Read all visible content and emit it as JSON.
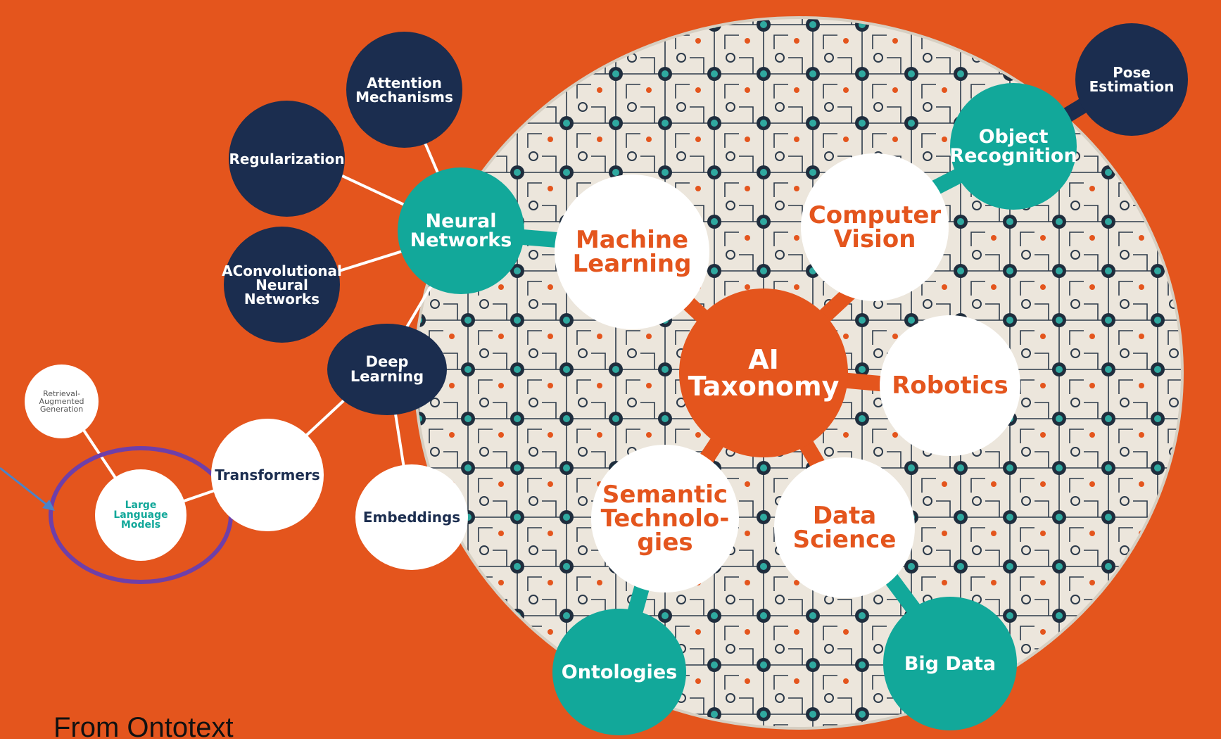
{
  "colors": {
    "background": "#e4551d",
    "navy": "#1b2d4f",
    "teal": "#12a89a",
    "white": "#ffffff",
    "highlight_ring": "#6f3fa8",
    "pointer": "#4a84c9"
  },
  "center": {
    "label": "AI\nTaxonomy"
  },
  "main_branches": {
    "machine_learning": "Machine\nLearning",
    "computer_vision": "Computer\nVision",
    "robotics": "Robotics",
    "data_science": "Data\nScience",
    "semantic_technologies": "Semantic\nTechnolo-\ngies"
  },
  "sub_topics": {
    "neural_networks": "Neural\nNetworks",
    "object_recognition": "Object\nRecognition",
    "big_data": "Big Data",
    "ontologies": "Ontologies"
  },
  "leaf_topics": {
    "attention_mechanisms": "Attention\nMechanisms",
    "regularization": "Regularization",
    "convolutional_neural_networks": "AConvolutional\nNeural\nNetworks",
    "deep_learning": "Deep\nLearning",
    "pose_estimation": "Pose\nEstimation",
    "transformers": "Transformers",
    "embeddings": "Embeddings",
    "large_language_models": "Large\nLanguage\nModels",
    "retrieval_augmented_generation": "Retrieval-\nAugmented\nGeneration"
  },
  "caption": "From Ontotext"
}
